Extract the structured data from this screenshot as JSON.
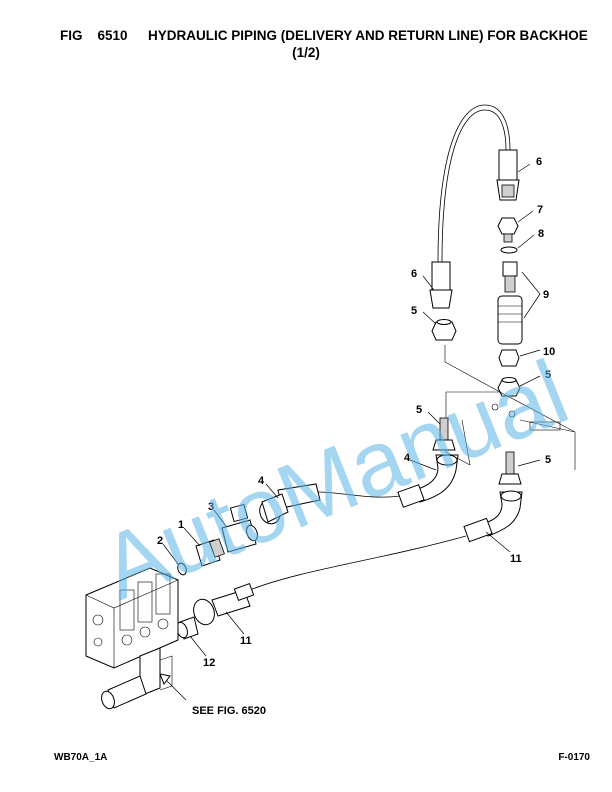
{
  "header": {
    "fig_label": "FIG",
    "fig_number": "6510",
    "title_line1": "HYDRAULIC PIPING (DELIVERY AND RETURN LINE) FOR BACKHOE",
    "title_line2": "(1/2)"
  },
  "callouts": {
    "c1": "1",
    "c2": "2",
    "c3": "3",
    "c4a": "4",
    "c4b": "4",
    "c5a": "5",
    "c5b": "5",
    "c5c": "5",
    "c5d": "5",
    "c6a": "6",
    "c6b": "6",
    "c7": "7",
    "c8": "8",
    "c9": "9",
    "c10": "10",
    "c11a": "11",
    "c11b": "11",
    "c12": "12"
  },
  "reference_note": "SEE FIG. 6520",
  "watermark": "AutoManual",
  "footer": {
    "model_code": "WB70A_1A",
    "page_code": "F-0170"
  },
  "colors": {
    "watermark": "#5ab4e6",
    "line": "#000000",
    "shade": "#cfcfcf"
  }
}
